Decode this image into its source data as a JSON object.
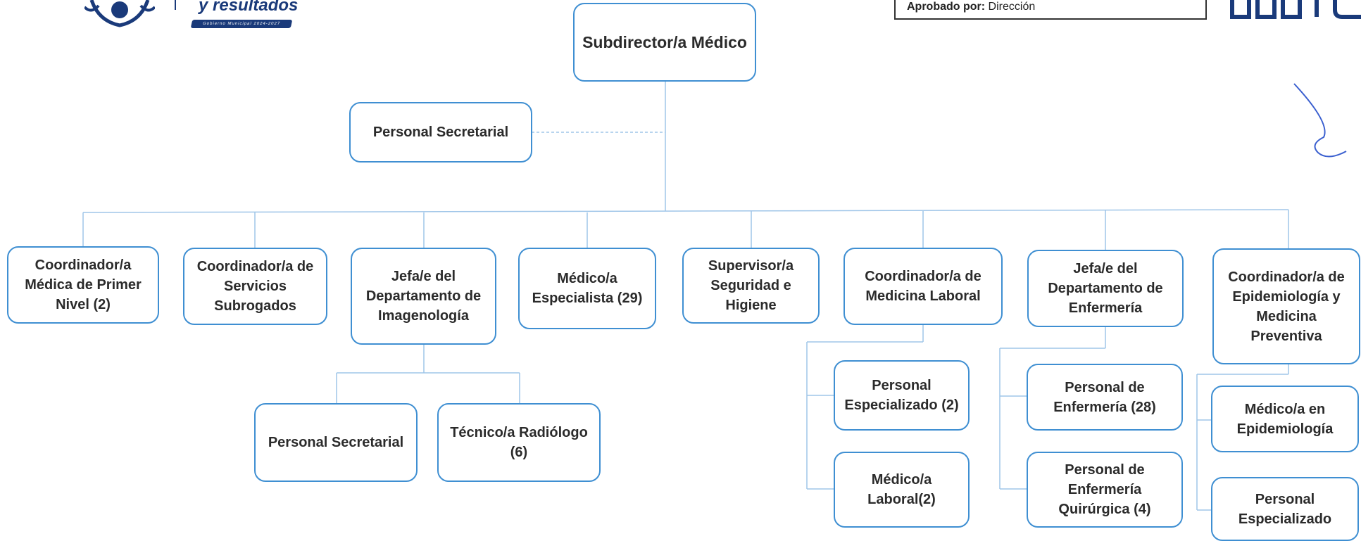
{
  "header": {
    "slogan": "y resultados",
    "slogan_sub": "Gobierno Municipal 2024-2027",
    "approved_label": "Aprobado por:",
    "approved_value": "Dirección"
  },
  "colors": {
    "box_border": "#3f8fd2",
    "connector": "#9fc5e8",
    "text": "#2b2b2b"
  },
  "org": {
    "root": "Subdirector/a Médico",
    "secretarial": "Personal Secretarial",
    "departments": [
      "Coordinador/a Médica de Primer Nivel (2)",
      "Coordinador/a de Servicios Subrogados",
      "Jefa/e del Departamento de Imagenología",
      "Médico/a Especialista (29)",
      "Supervisor/a Seguridad e Higiene",
      "Coordinador/a de Medicina Laboral",
      "Jefa/e del Departamento de Enfermería",
      "Coordinador/a de Epidemiología y Medicina Preventiva"
    ],
    "imagenologia_children": [
      "Personal Secretarial",
      "Técnico/a Radiólogo (6)"
    ],
    "laboral_children": [
      "Personal Especializado (2)",
      "Médico/a Laboral(2)"
    ],
    "enfermeria_children": [
      "Personal de Enfermería (28)",
      "Personal de Enfermería Quirúrgica (4)"
    ],
    "epidemiologia_children": [
      "Médico/a en Epidemiología",
      "Personal Especializado"
    ]
  }
}
